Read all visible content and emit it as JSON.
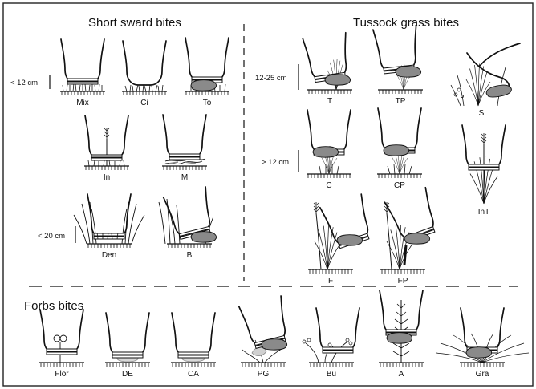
{
  "sections": {
    "short": "Short sward bites",
    "tussock": "Tussock grass bites",
    "forbs": "Forbs bites"
  },
  "scales": {
    "short_row1": "< 12 cm",
    "short_row3": "< 20 cm",
    "tussock_row1": "12-25 cm",
    "tussock_row2": "> 12 cm"
  },
  "bites": {
    "Mix": "Mix",
    "Ci": "Ci",
    "To": "To",
    "In": "In",
    "M": "M",
    "Den": "Den",
    "B": "B",
    "T": "T",
    "TP": "TP",
    "S": "S",
    "C": "C",
    "CP": "CP",
    "InT": "InT",
    "F": "F",
    "FP": "FP",
    "Flor": "Flor",
    "DE": "DE",
    "CA": "CA",
    "PG": "PG",
    "Bu": "Bu",
    "A": "A",
    "Gra": "Gra"
  },
  "colors": {
    "ink": "#111111",
    "tongue": "#8a8a8a",
    "frame": "#222222"
  }
}
